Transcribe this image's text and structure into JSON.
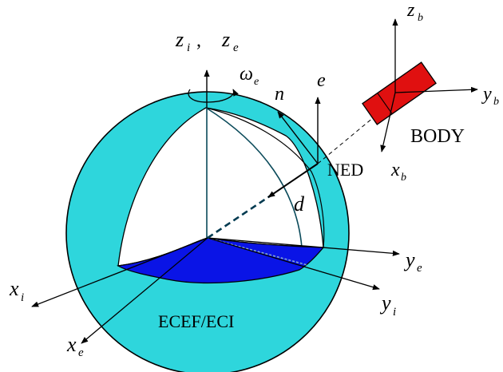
{
  "colors": {
    "sphere": "#2ed6dc",
    "plane": "#0a14e6",
    "body_block": "#e01010",
    "background": "#ffffff",
    "line": "#000000"
  },
  "labels": {
    "zi": "z",
    "zi_sub": "i",
    "comma": ",",
    "ze": "z",
    "ze_sub": "e",
    "omega": "ω",
    "omega_sub": "e",
    "n": "n",
    "e": "e",
    "zb": "z",
    "zb_sub": "b",
    "yb": "y",
    "yb_sub": "b",
    "body": "BODY",
    "ned": "NED",
    "xb": "x",
    "xb_sub": "b",
    "d": "d",
    "ye": "y",
    "ye_sub": "e",
    "xi": "x",
    "xi_sub": "i",
    "yi": "y",
    "yi_sub": "i",
    "xe": "x",
    "xe_sub": "e",
    "ecef": "ECEF/ECI"
  }
}
